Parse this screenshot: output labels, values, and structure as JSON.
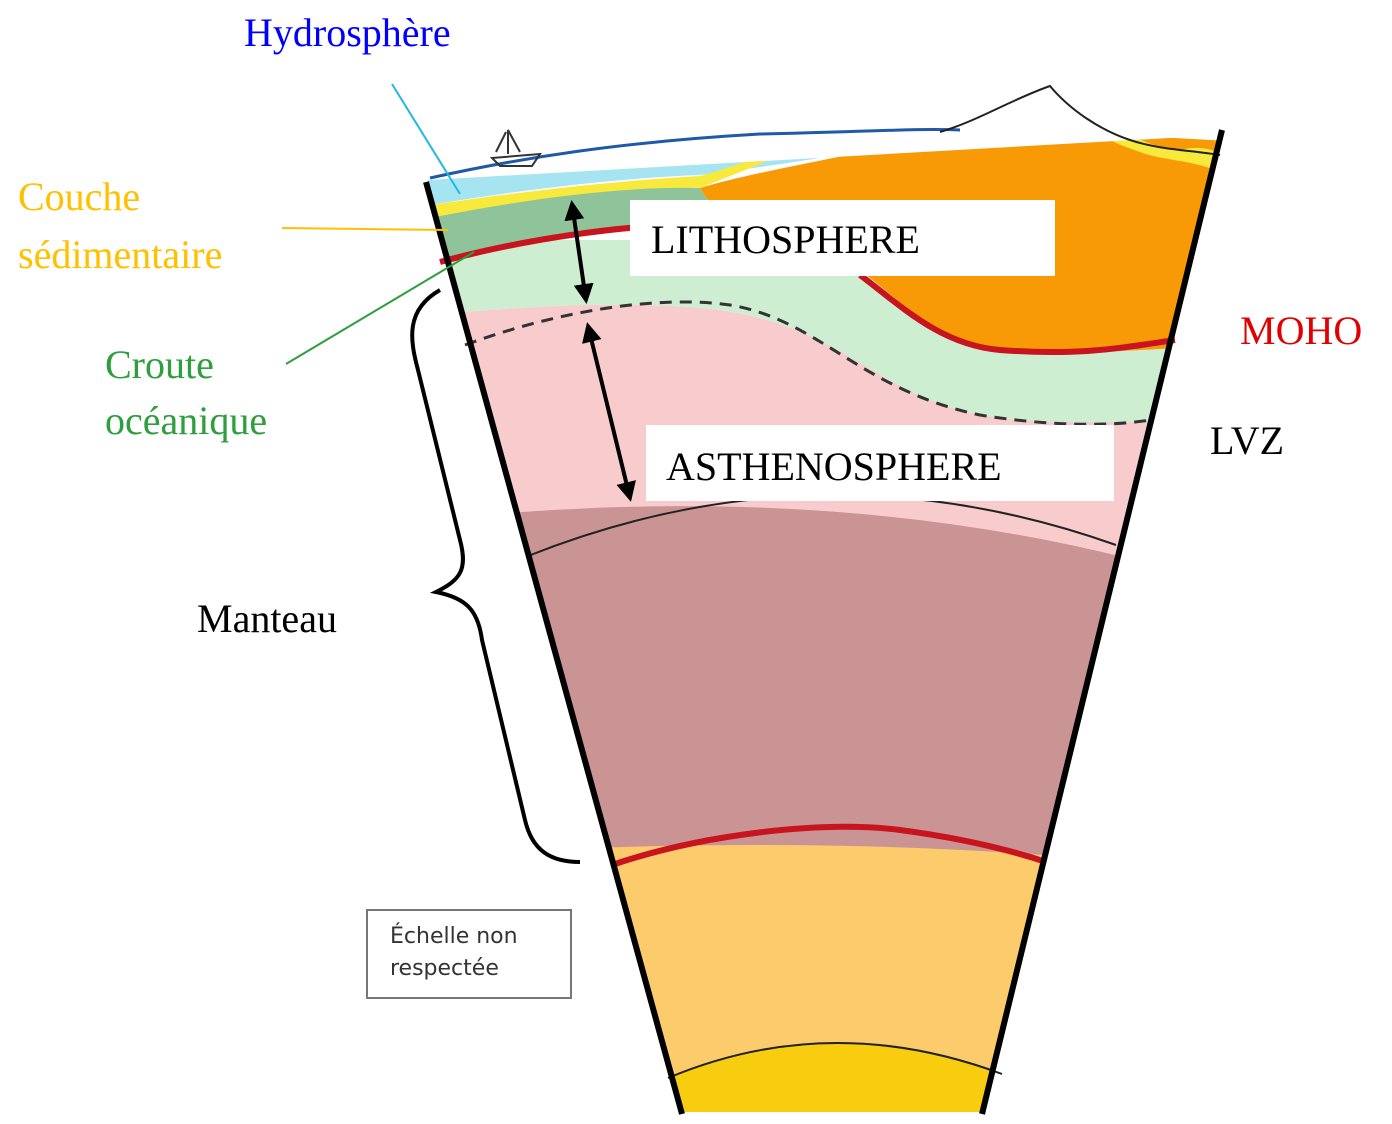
{
  "labels": {
    "hydrosphere": "Hydrosphère",
    "couche_line1": "Couche",
    "couche_line2": "sédimentaire",
    "croute_line1": "Croute",
    "croute_line2": "océanique",
    "lithosphere": "LITHOSPHERE",
    "asthenosphere": "ASTHENOSPHERE",
    "moho": "MOHO",
    "lvz": "LVZ",
    "manteau": "Manteau",
    "scale_line1": "Échelle non",
    "scale_line2": "respectée"
  },
  "colors": {
    "hydrosphere": "#0000ff",
    "couche": "#ffc000",
    "croute": "#2e9e3e",
    "moho": "#e00000",
    "water": "#a6e4f2",
    "sediment": "#f7ea3c",
    "oceanic_crust": "#8fc49a",
    "continental_crust": "#f89a06",
    "lithospheric_mantle": "#cdeed0",
    "asthenosphere": "#f8cccc",
    "lower_mantle": "#ca9494",
    "outer_core": "#fccb6c",
    "inner_core": "#f8cd10"
  }
}
